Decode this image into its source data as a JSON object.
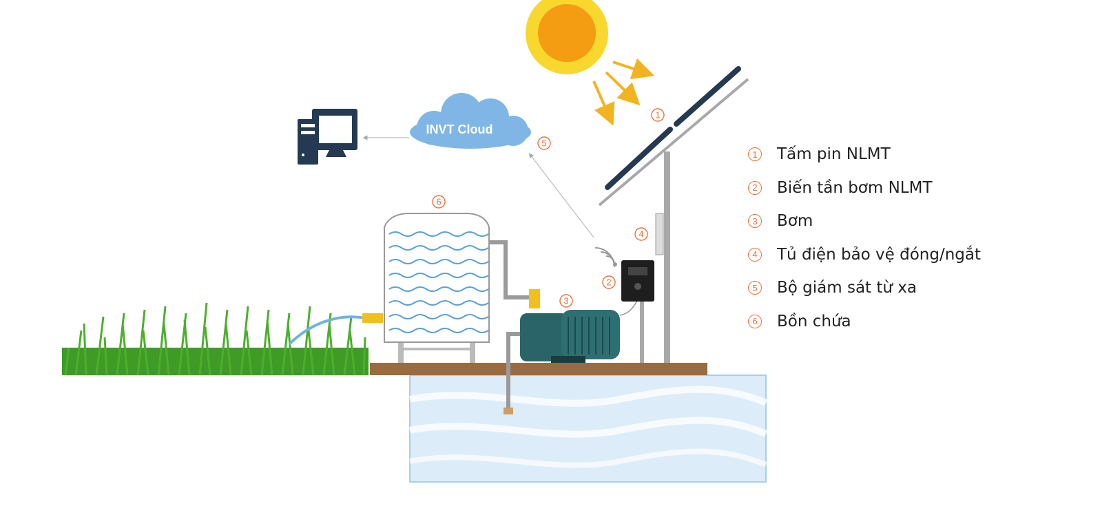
{
  "diagram": {
    "cloud_label": "INVT Cloud",
    "markers": [
      "1",
      "2",
      "3",
      "4",
      "5",
      "6"
    ]
  },
  "legend": [
    {
      "num": "1",
      "label": "Tấm pin NLMT"
    },
    {
      "num": "2",
      "label": "Biến tần bơm NLMT"
    },
    {
      "num": "3",
      "label": "Bơm"
    },
    {
      "num": "4",
      "label": "Tủ điện bảo vệ đóng/ngắt"
    },
    {
      "num": "5",
      "label": "Bộ giám sát từ xa"
    },
    {
      "num": "6",
      "label": "Bồn chứa"
    }
  ],
  "colors": {
    "accent": "#e8743b",
    "cloud": "#7fb6e6",
    "navy": "#253a52",
    "water": "#d7e9f7",
    "pump": "#2e6b6b",
    "grass": "#4caf2c",
    "ground": "#9a6a40"
  }
}
